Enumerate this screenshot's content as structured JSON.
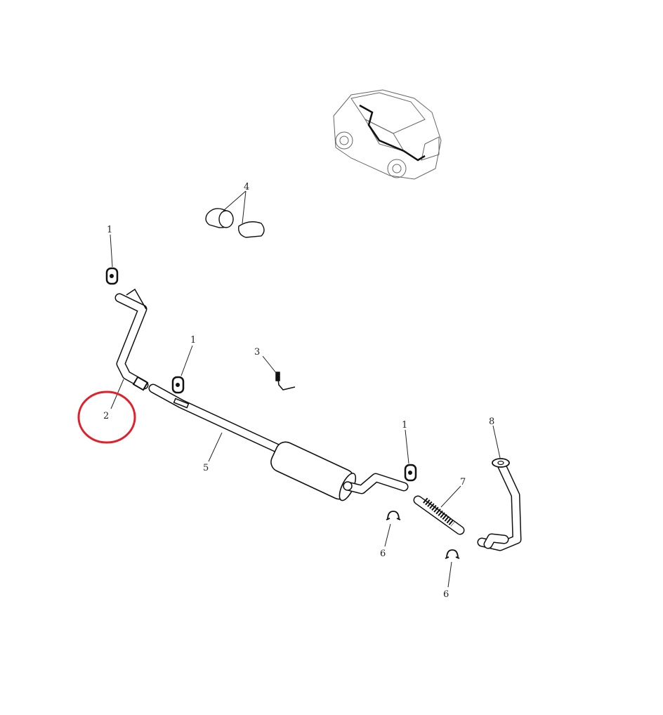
{
  "diagram": {
    "callouts": {
      "hanger_a": "1",
      "hanger_b": "1",
      "hanger_c": "1",
      "front_pipe": "2",
      "sensor": "3",
      "rubber_mounts": "4",
      "middle_muffler": "5",
      "clamp_a": "6",
      "clamp_b": "6",
      "flex_pipe": "7",
      "downpipe": "8"
    },
    "highlight_color": "#e0202a",
    "highlighted_part": "2"
  }
}
